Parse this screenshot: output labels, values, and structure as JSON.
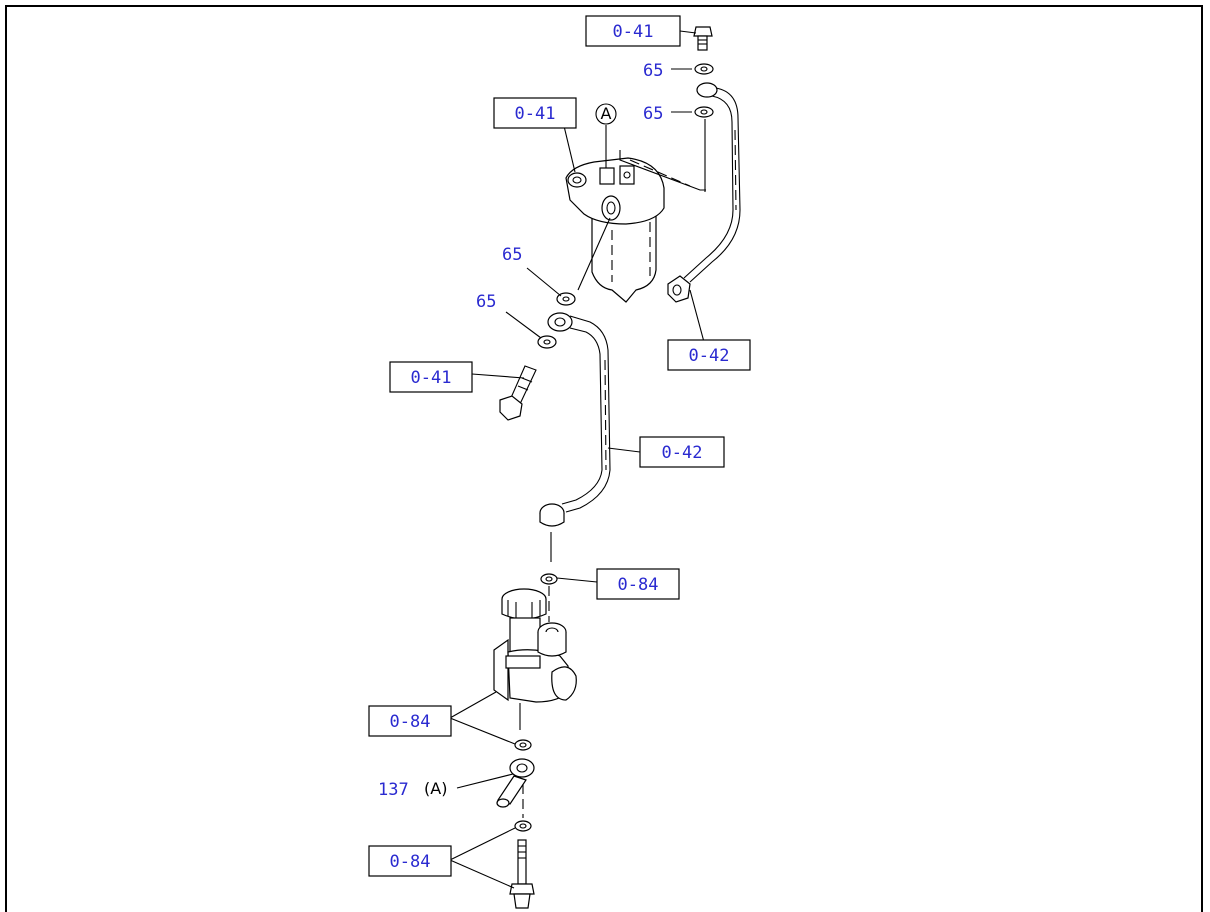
{
  "callouts": [
    {
      "id": "c1",
      "label": "0-41"
    },
    {
      "id": "c2",
      "label": "0-41"
    },
    {
      "id": "c3",
      "label": "0-41"
    },
    {
      "id": "c4",
      "label": "0-42"
    },
    {
      "id": "c5",
      "label": "0-42"
    },
    {
      "id": "c6",
      "label": "0-84"
    },
    {
      "id": "c7",
      "label": "0-84"
    },
    {
      "id": "c8",
      "label": "0-84"
    }
  ],
  "numbers": [
    {
      "id": "n1",
      "label": "65"
    },
    {
      "id": "n2",
      "label": "65"
    },
    {
      "id": "n3",
      "label": "65"
    },
    {
      "id": "n4",
      "label": "65"
    },
    {
      "id": "n5",
      "label": "137"
    }
  ],
  "markers": {
    "circled": "A",
    "paren": "(A)"
  }
}
